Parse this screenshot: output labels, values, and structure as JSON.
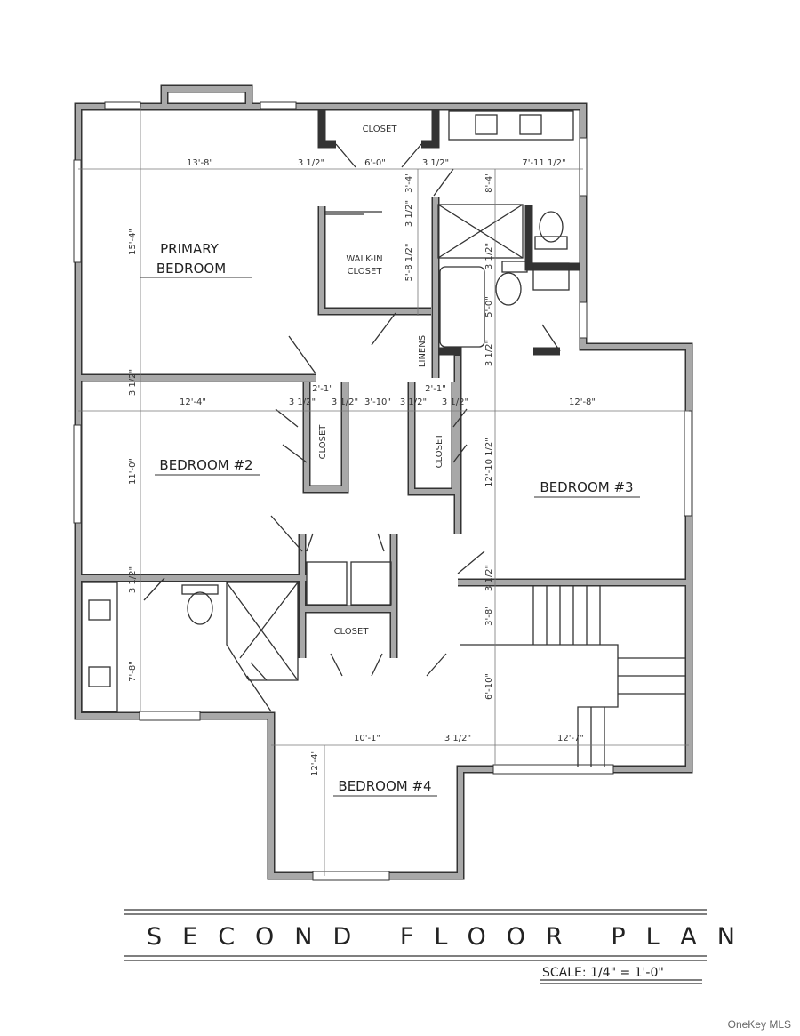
{
  "rooms": {
    "top_closet": "CLOSET",
    "walkin_1": "WALK-IN",
    "walkin_2": "CLOSET",
    "primary_1": "PRIMARY",
    "primary_2": "BEDROOM",
    "linens": "LINENS",
    "bed2_closet": "CLOSET",
    "bed3_closet": "CLOSET",
    "bedroom2": "BEDROOM #2",
    "bedroom3": "BEDROOM #3",
    "hall_closet": "CLOSET",
    "bedroom4": "BEDROOM #4"
  },
  "dimensions": [
    "13'-8\"",
    "3 1/2\"",
    "6'-0\"",
    "3 1/2\"",
    "7'-11 1/2\"",
    "3'-4\"",
    "8'-4\"",
    "15'-4\"",
    "3 1/2\"",
    "5'-8 1/2\"",
    "3 1/2\"",
    "5'-0\"",
    "3 1/2\"",
    "3 1/2\"",
    "12'-4\"",
    "2'-1\"",
    "3 1/2\"",
    "3 1/2\"",
    "3'-10\"",
    "3 1/2\"",
    "2'-1\"",
    "3 1/2\"",
    "12'-8\"",
    "11'-0\"",
    "12'-10 1/2\"",
    "3 1/2\"",
    "3 1/2\"",
    "3'-8\"",
    "7'-8\"",
    "6'-10\"",
    "10'-1\"",
    "3 1/2\"",
    "12'-7\"",
    "12'-4\""
  ],
  "title": "SECOND FLOOR PLAN",
  "scale": "SCALE: 1/4\" = 1'-0\"",
  "watermark": "OneKey MLS"
}
